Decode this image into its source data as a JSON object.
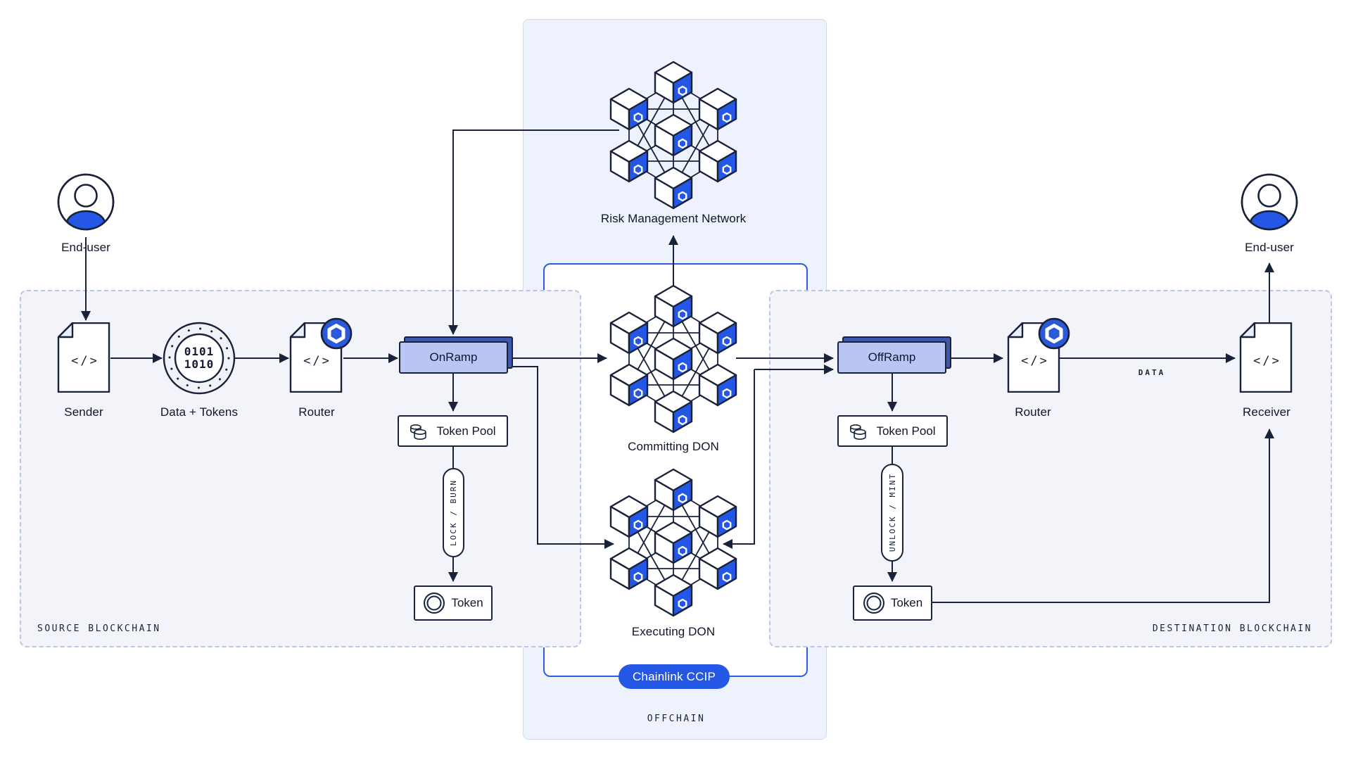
{
  "colors": {
    "accent": "#2457e6",
    "ink": "#18223a",
    "badge_blue": "#2a5ada"
  },
  "offchain": {
    "label": "OFFCHAIN"
  },
  "source_chain": {
    "label": "SOURCE BLOCKCHAIN"
  },
  "dest_chain": {
    "label": "DESTINATION BLOCKCHAIN"
  },
  "ccip": {
    "label": "Chainlink CCIP"
  },
  "rmn": {
    "label": "Risk Management Network"
  },
  "committing": {
    "label": "Committing DON"
  },
  "executing": {
    "label": "Executing DON"
  },
  "left": {
    "end_user": "End-user",
    "sender": "Sender",
    "sender_glyph": "</>",
    "data_tokens": "Data + Tokens",
    "binary1": "0101",
    "binary2": "1010",
    "router": "Router",
    "router_glyph": "</>",
    "onramp": "OnRamp",
    "token_pool": "Token Pool",
    "lock_burn": "LOCK / BURN",
    "token": "Token"
  },
  "right": {
    "offramp": "OffRamp",
    "token_pool": "Token Pool",
    "unlock_mint": "UNLOCK / MINT",
    "token": "Token",
    "router": "Router",
    "router_glyph": "</>",
    "data_label": "DATA",
    "receiver": "Receiver",
    "receiver_glyph": "</>",
    "end_user": "End-user"
  }
}
